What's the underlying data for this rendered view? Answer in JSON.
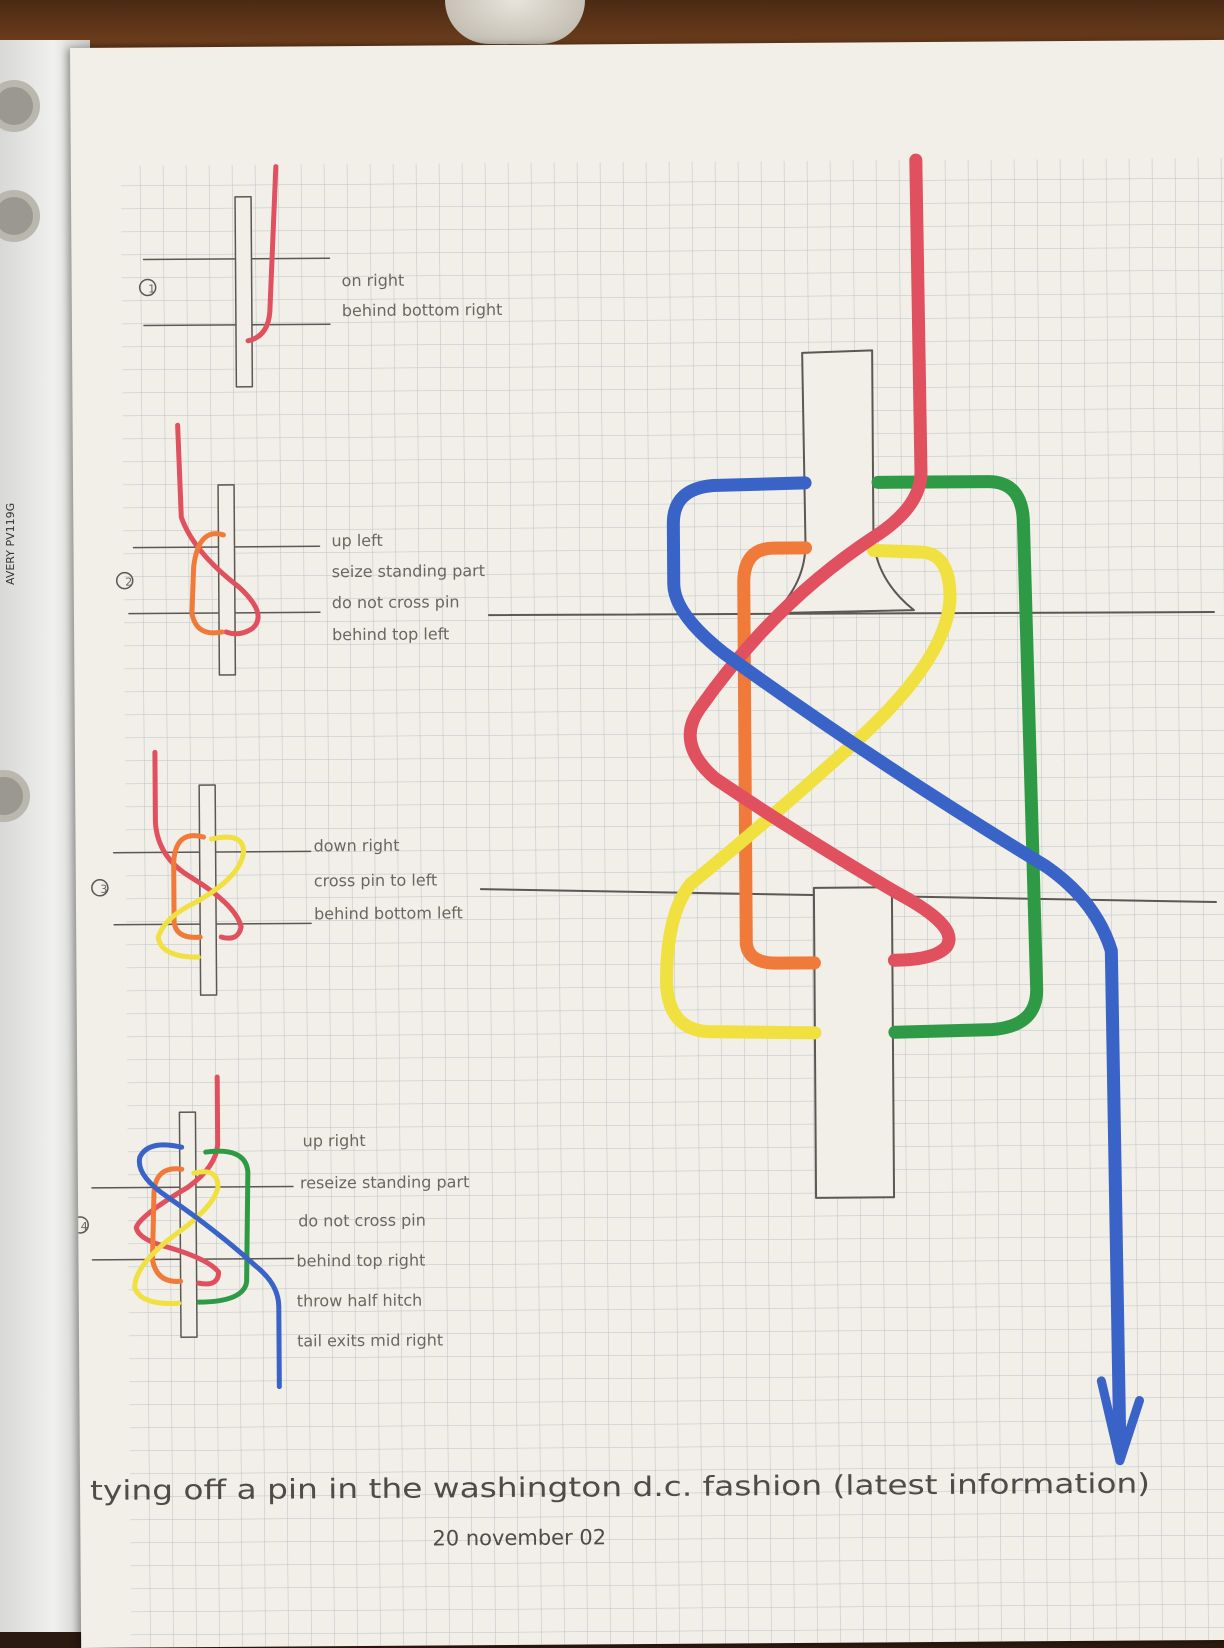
{
  "diagram": {
    "title": "tying off a pin in the washington d.c. fashion (latest information)",
    "date": "20 november 02",
    "steps": [
      {
        "number": "1",
        "lines": [
          "on right",
          "behind bottom right"
        ]
      },
      {
        "number": "2",
        "lines": [
          "up left",
          "seize standing part",
          "do not cross pin",
          "behind top left"
        ]
      },
      {
        "number": "3",
        "lines": [
          "down right",
          "cross pin to left",
          "behind bottom left"
        ]
      },
      {
        "number": "4",
        "lines": [
          "up right",
          "reseize standing part",
          "do not cross pin",
          "behind top right",
          "throw half hitch",
          "tail exits mid right"
        ]
      }
    ]
  },
  "binder_label": "AVERY PV119G",
  "colors": {
    "red": "#e0505e",
    "orange": "#f07a3a",
    "yellow": "#f0e040",
    "green": "#2f9a45",
    "blue": "#3a63c8",
    "grid": "#b9c2c8",
    "pencil": "#5b5752"
  }
}
